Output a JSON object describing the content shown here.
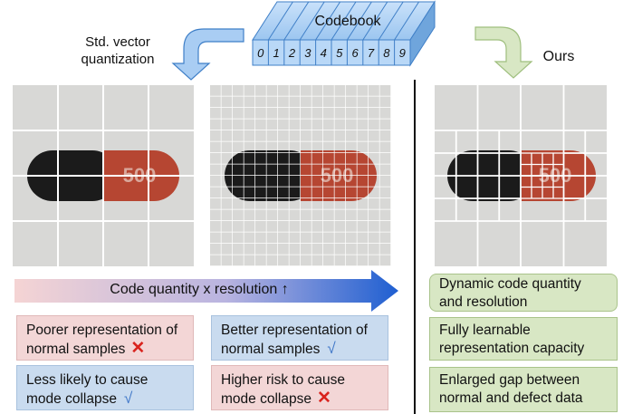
{
  "codebook": {
    "title": "Codebook",
    "indices": [
      "0",
      "1",
      "2",
      "3",
      "4",
      "5",
      "6",
      "7",
      "8",
      "9"
    ]
  },
  "labels": {
    "std_vq": "Std. vector\nquantization",
    "ours": "Ours"
  },
  "capsule": {
    "imprint": "500"
  },
  "arrow": {
    "text": "Code quantity x resolution ↑"
  },
  "boxes": {
    "poorer_representation": "Poorer representation of normal samples",
    "better_representation": "Better representation of normal samples",
    "less_likely_collapse": "Less likely to cause mode collapse",
    "higher_risk_collapse": "Higher risk to cause mode collapse"
  },
  "marks": {
    "cross": "✕",
    "check": "√"
  },
  "ours_boxes": {
    "dynamic": "Dynamic code quantity and resolution",
    "learnable": "Fully learnable representation capacity",
    "gap": "Enlarged gap between normal and defect data"
  },
  "colors": {
    "codebook_fill": "#a9cdf3",
    "codebook_stroke": "#3f7fc7",
    "arrow_start": "#f5d4d4",
    "arrow_end": "#1f5fd1",
    "capsule_black": "#1b1b1b",
    "capsule_red": "#b64632",
    "pink_box": "#f3d6d6",
    "blue_box": "#c9dbef",
    "green_box": "#d8e7c4",
    "cross": "#d9231d",
    "check": "#3f77c8"
  }
}
